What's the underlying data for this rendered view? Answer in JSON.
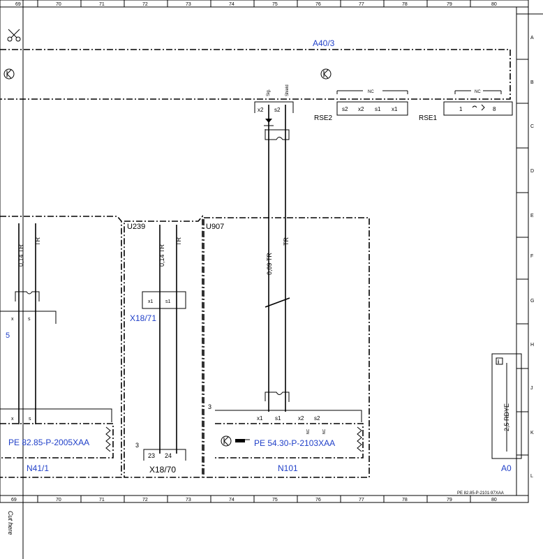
{
  "header_columns": [
    "69",
    "70",
    "71",
    "72",
    "73",
    "74",
    "75",
    "76",
    "77",
    "78",
    "79",
    "80"
  ],
  "footer_columns": [
    "69",
    "70",
    "71",
    "72",
    "73",
    "74",
    "75",
    "76",
    "77",
    "78",
    "79",
    "80"
  ],
  "row_letters": [
    "A",
    "B",
    "C",
    "D",
    "E",
    "F",
    "G",
    "H",
    "J",
    "K",
    "L"
  ],
  "components": {
    "a40": "A40/3",
    "rse2": "RSE2",
    "rse1": "RSE1",
    "u239": "U239",
    "u907": "U907",
    "x18_71": "X18/71",
    "x18_70": "X18/70",
    "n41": "N41/1",
    "n101": "N101",
    "a0": "A0",
    "partial5": "5"
  },
  "pins": {
    "sig": "Sig.",
    "shield": "Shield",
    "x2": "x2",
    "s2": "s2",
    "s1": "s1",
    "x1": "x1",
    "nc": "NC",
    "one": "1",
    "eight": "8",
    "x": "x",
    "s": "s",
    "p23": "23",
    "p24": "24",
    "three": "3"
  },
  "wires": {
    "w014tr": "0,14 TR",
    "wtr": "TR",
    "w009tr": "0,09 TR",
    "w25rdye": "2,5 RDYE"
  },
  "references": {
    "n41_ref": "PE 82.85-P-2005XAA",
    "n101_ref": "PE 54.30-P-2103XAA",
    "sheet_ref": "PE 82.85-P-2101-97XAA"
  },
  "cut_here": "Cut here",
  "info_box": "i"
}
